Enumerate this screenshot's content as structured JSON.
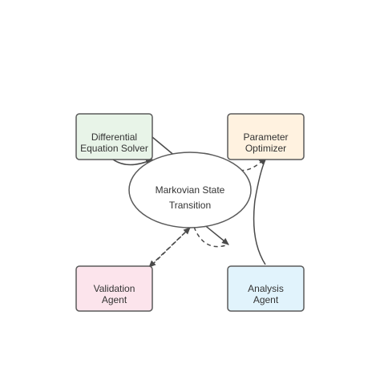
{
  "nodes": {
    "differential": {
      "lines": [
        "Differential",
        "Equation Solver"
      ],
      "fill": "#e8f4e8"
    },
    "parameter": {
      "lines": [
        "Parameter",
        "Optimizer"
      ],
      "fill": "#fff2e0"
    },
    "markovian": {
      "lines": [
        "Markovian State",
        "Transition"
      ],
      "fill": "#ffffff"
    },
    "validation": {
      "lines": [
        "Validation",
        "Agent"
      ],
      "fill": "#fce4ec"
    },
    "analysis": {
      "lines": [
        "Analysis",
        "Agent"
      ],
      "fill": "#e1f3fc"
    }
  },
  "colors": {
    "stroke": "#5a5a5a",
    "edge": "#4a4a4a",
    "text": "#333333"
  }
}
